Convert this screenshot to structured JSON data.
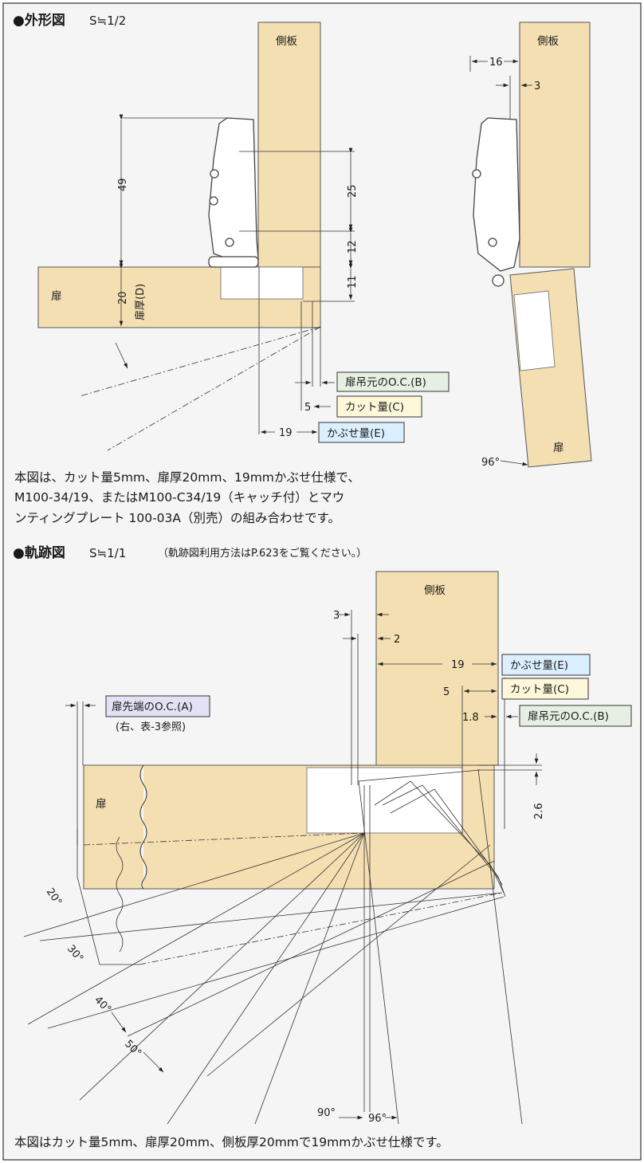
{
  "outline": {
    "title": "●外形図",
    "scale": "S≒1/2",
    "side_panel": "側板",
    "door": "扉",
    "dims": {
      "h49": "49",
      "d20": "20",
      "door_thickness": "扉厚(D)",
      "d25": "25",
      "d12": "12",
      "d11": "11",
      "d5": "5",
      "d19": "19",
      "d16": "16",
      "d3": "3",
      "angle96": "96°"
    },
    "labels": {
      "oc_b": "扉吊元のO.C.(B)",
      "cut_c": "カット量(C)",
      "overlay_e": "かぶせ量(E)"
    },
    "caption": [
      "本図は、カット量5mm、扉厚20mm、19mmかぶせ仕様で、",
      "M100-34/19、またはM100-C34/19（キャッチ付）とマウ",
      "ンティングプレート 100-03A（別売）の組み合わせです。"
    ]
  },
  "trajectory": {
    "title": "●軌跡図",
    "scale": "S≒1/1",
    "note": "（軌跡図利用方法はP.623をご覧ください。）",
    "side_panel": "側板",
    "door": "扉",
    "dims": {
      "d3": "3",
      "d2": "2",
      "d19": "19",
      "d5": "5",
      "d18": "1.8",
      "d26": "2.6"
    },
    "labels": {
      "overlay_e": "かぶせ量(E)",
      "cut_c": "カット量(C)",
      "oc_b": "扉吊元のO.C.(B)",
      "oc_a": "扉先端のO.C.(A)",
      "oc_a_note": "(右、表-3参照)"
    },
    "angles": [
      "20°",
      "30°",
      "40°",
      "50°",
      "90°",
      "96°"
    ],
    "caption": "本図はカット量5mm、扉厚20mm、側板厚20mmで19mmかぶせ仕様です。"
  },
  "colors": {
    "wood": "#f4dfb2",
    "label_b": "#e6f0e2",
    "label_c": "#fdf8da",
    "label_e": "#dcefff",
    "label_a": "#e2e2f4"
  }
}
